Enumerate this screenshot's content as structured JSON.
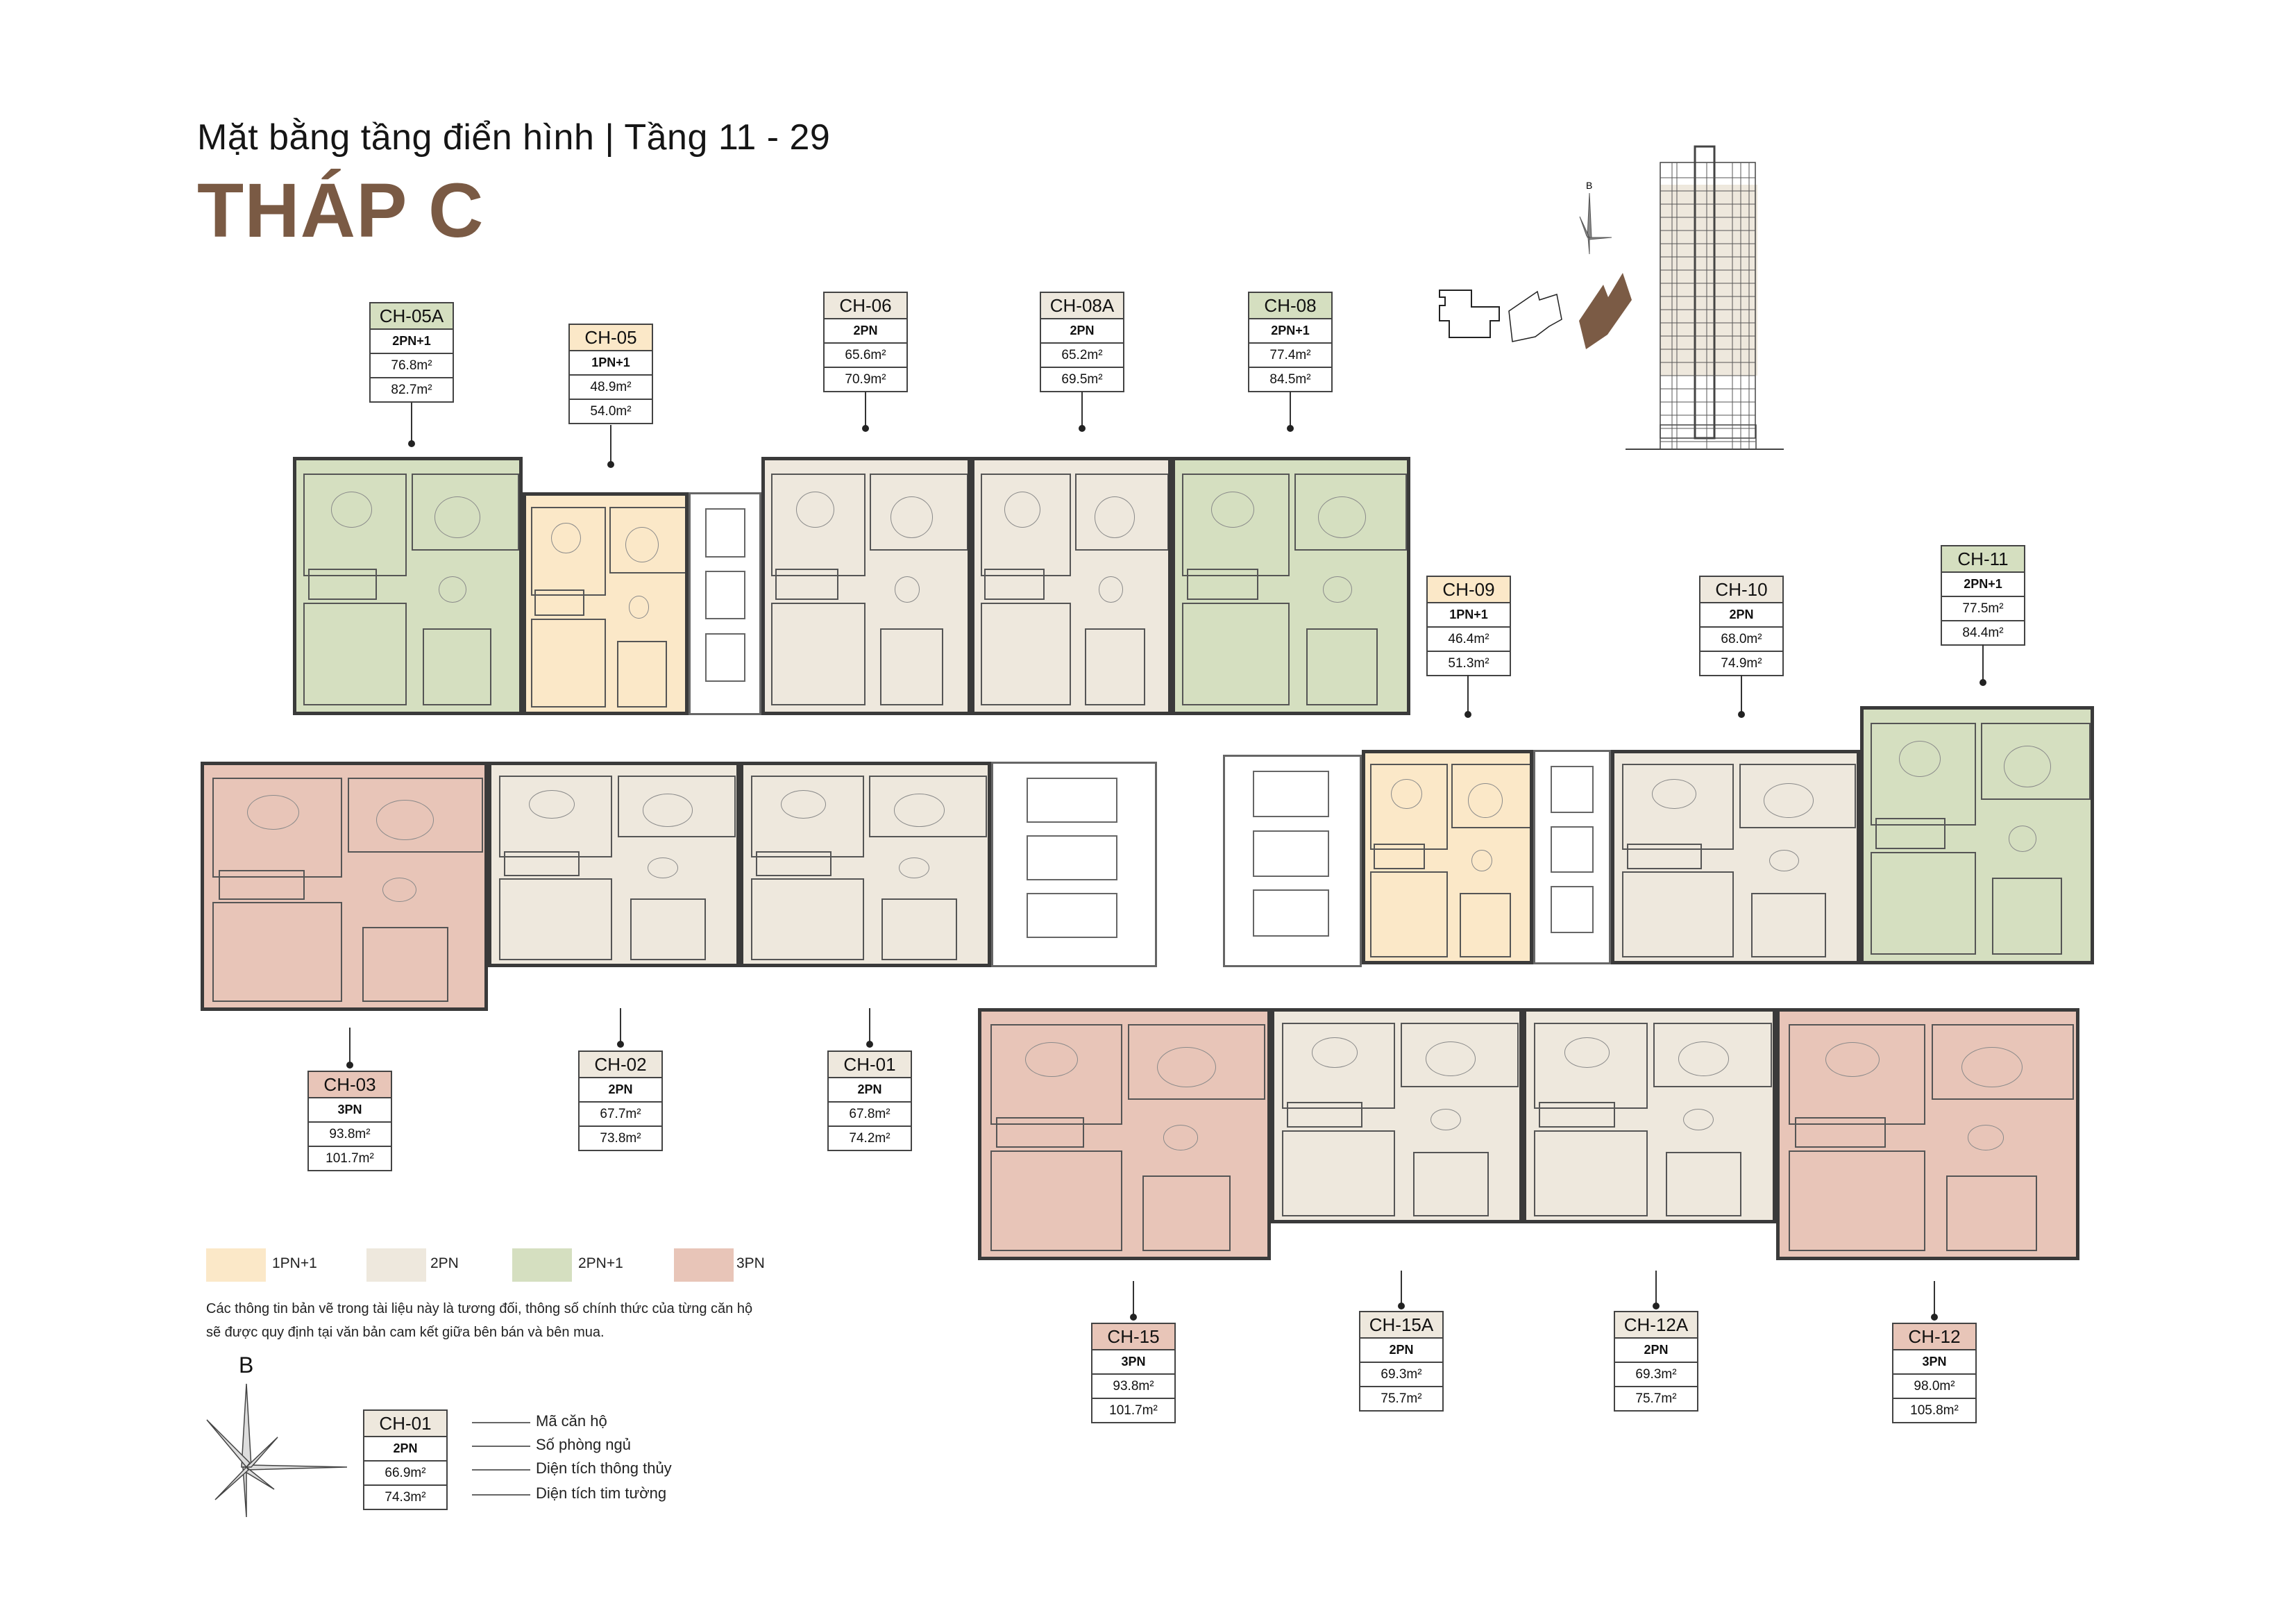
{
  "header": {
    "subtitle": "Mặt bằng tầng điển hình | Tầng 11 - 29",
    "title": "THÁP C"
  },
  "colors": {
    "title": "#7a5a44",
    "1PN+1": "#fbe8c8",
    "2PN": "#eee8dd",
    "2PN+1": "#d5dfc0",
    "3PN": "#e8c5b8",
    "highlight_tower": "#7b5b45"
  },
  "units": [
    {
      "code": "CH-05A",
      "type": "2PN+1",
      "net_area": "76.8m²",
      "gross_area": "82.7m²"
    },
    {
      "code": "CH-05",
      "type": "1PN+1",
      "net_area": "48.9m²",
      "gross_area": "54.0m²"
    },
    {
      "code": "CH-06",
      "type": "2PN",
      "net_area": "65.6m²",
      "gross_area": "70.9m²"
    },
    {
      "code": "CH-08A",
      "type": "2PN",
      "net_area": "65.2m²",
      "gross_area": "69.5m²"
    },
    {
      "code": "CH-08",
      "type": "2PN+1",
      "net_area": "77.4m²",
      "gross_area": "84.5m²"
    },
    {
      "code": "CH-09",
      "type": "1PN+1",
      "net_area": "46.4m²",
      "gross_area": "51.3m²"
    },
    {
      "code": "CH-10",
      "type": "2PN",
      "net_area": "68.0m²",
      "gross_area": "74.9m²"
    },
    {
      "code": "CH-11",
      "type": "2PN+1",
      "net_area": "77.5m²",
      "gross_area": "84.4m²"
    },
    {
      "code": "CH-03",
      "type": "3PN",
      "net_area": "93.8m²",
      "gross_area": "101.7m²"
    },
    {
      "code": "CH-02",
      "type": "2PN",
      "net_area": "67.7m²",
      "gross_area": "73.8m²"
    },
    {
      "code": "CH-01",
      "type": "2PN",
      "net_area": "67.8m²",
      "gross_area": "74.2m²"
    },
    {
      "code": "CH-15",
      "type": "3PN",
      "net_area": "93.8m²",
      "gross_area": "101.7m²"
    },
    {
      "code": "CH-15A",
      "type": "2PN",
      "net_area": "69.3m²",
      "gross_area": "75.7m²"
    },
    {
      "code": "CH-12A",
      "type": "2PN",
      "net_area": "69.3m²",
      "gross_area": "75.7m²"
    },
    {
      "code": "CH-12",
      "type": "3PN",
      "net_area": "98.0m²",
      "gross_area": "105.8m²"
    }
  ],
  "legend": {
    "items": [
      {
        "label": "1PN+1",
        "type": "1PN+1"
      },
      {
        "label": "2PN",
        "type": "2PN"
      },
      {
        "label": "2PN+1",
        "type": "2PN+1"
      },
      {
        "label": "3PN",
        "type": "3PN"
      }
    ],
    "disclaimer_line1": "Các thông tin bản vẽ trong tài liệu này là tương đối, thông số chính thức của từng căn hộ",
    "disclaimer_line2": "sẽ được quy định tại văn bản cam kết giữa bên bán và bên mua."
  },
  "compass": {
    "north_label": "B"
  },
  "key_plan": {
    "compass_label": "B"
  },
  "key": {
    "sample": {
      "code": "CH-01",
      "type": "2PN",
      "net_area": "66.9m²",
      "gross_area": "74.3m²"
    },
    "labels": [
      "Mã căn hộ",
      "Số phòng ngủ",
      "Diện tích thông thủy",
      "Diện tích tim tường"
    ]
  }
}
